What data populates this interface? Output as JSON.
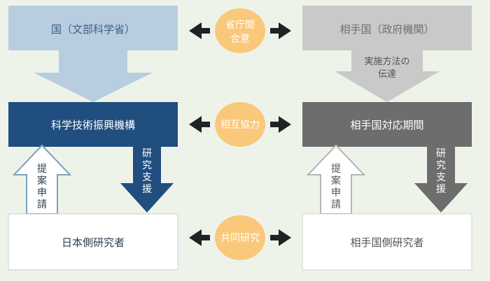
{
  "colors": {
    "background": "#eef3ea",
    "japan_top": "#b8cde0",
    "japan_top_text": "#3d5f86",
    "japan_mid": "#1f4e7f",
    "partner_top": "#c9c9c9",
    "partner_top_text": "#6f6f6f",
    "partner_mid": "#6d6d6d",
    "oval": "#f9c87a",
    "arrow_dark": "#222222",
    "white_box_border": "#bfc8d0"
  },
  "boxes": {
    "japan_government": "国（文部科学省）",
    "jst": "科学技術振興機構",
    "japan_researchers": "日本側研究者",
    "partner_country": "相手国（政府機関）",
    "partner_agency": "相手国対応期間",
    "partner_researchers": "相手国側研究者"
  },
  "links": {
    "ministry_line1": "省庁間",
    "ministry_line2": "合意",
    "mutual": "相互協力",
    "joint": "共同研究"
  },
  "vertical": {
    "japan_support": "研究支援",
    "japan_proposal": "提案申請",
    "partner_support": "研究支援",
    "partner_proposal": "提案申請",
    "partner_method_line1": "実施方法の",
    "partner_method_line2": "伝達"
  },
  "icons": {
    "bidirectional_arrow": "double-headed-arrow-icon"
  }
}
